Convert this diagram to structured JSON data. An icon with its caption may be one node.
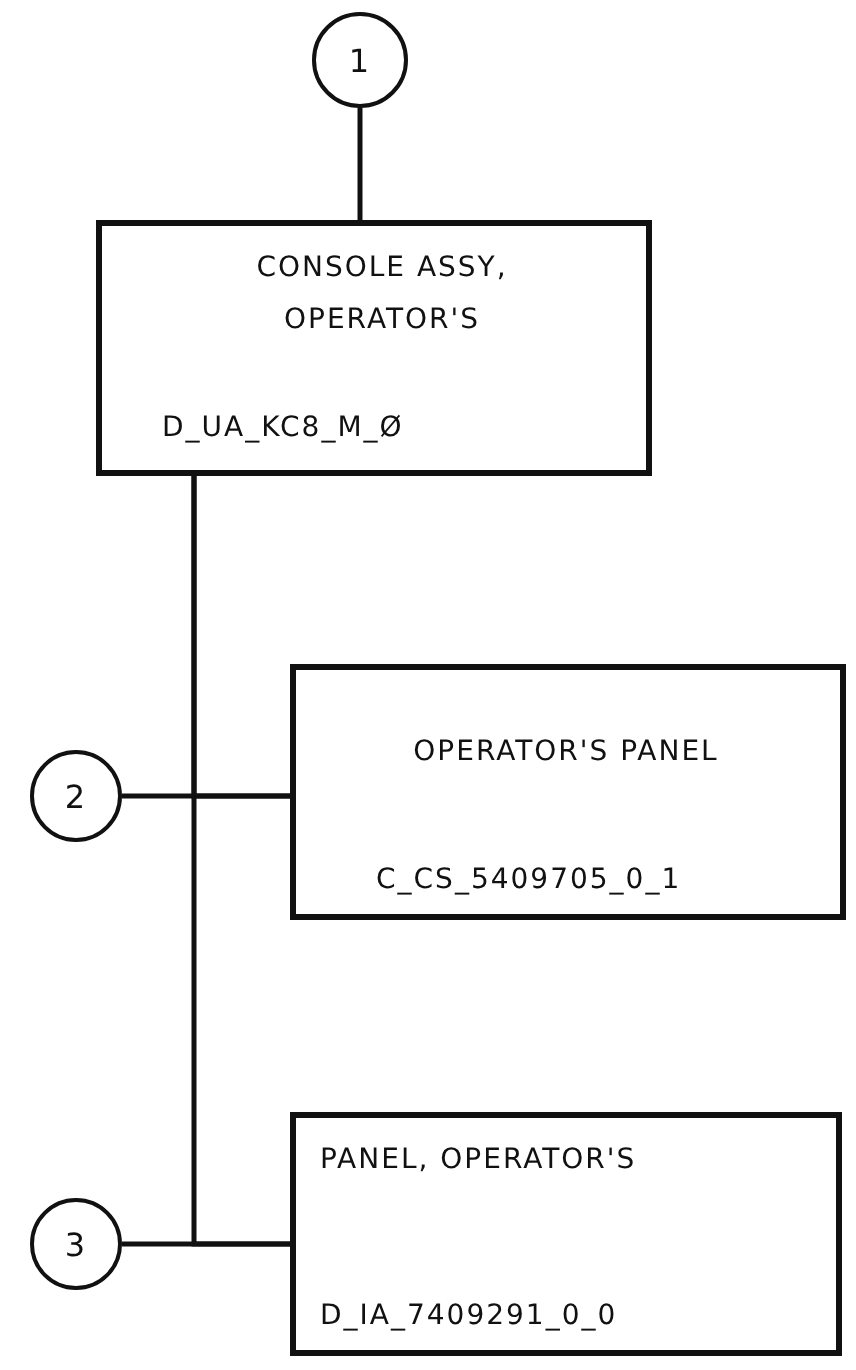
{
  "diagram": {
    "nodes": [
      {
        "text": [
          "1"
        ]
      },
      {
        "text": [
          "CONSOLE ASSY, OPERATOR'S",
          "D_UA_KC8_M_Ø"
        ]
      },
      {
        "text": [
          "2"
        ]
      },
      {
        "text": [
          "OPERATOR'S PANEL",
          "C_CS_5409705_0_1"
        ]
      },
      {
        "text": [
          "3"
        ]
      },
      {
        "text": [
          "PANEL, OPERATOR'S",
          "D_IA_7409291_0_0"
        ]
      }
    ],
    "edges": [
      {
        "from": 0,
        "to": 1,
        "arrow": "none"
      },
      {
        "from": 1,
        "to": 3,
        "arrow": "none"
      },
      {
        "from": 1,
        "to": 5,
        "arrow": "none"
      },
      {
        "from": 2,
        "to": 3,
        "arrow": "none"
      },
      {
        "from": 4,
        "to": 5,
        "arrow": "none"
      }
    ]
  }
}
